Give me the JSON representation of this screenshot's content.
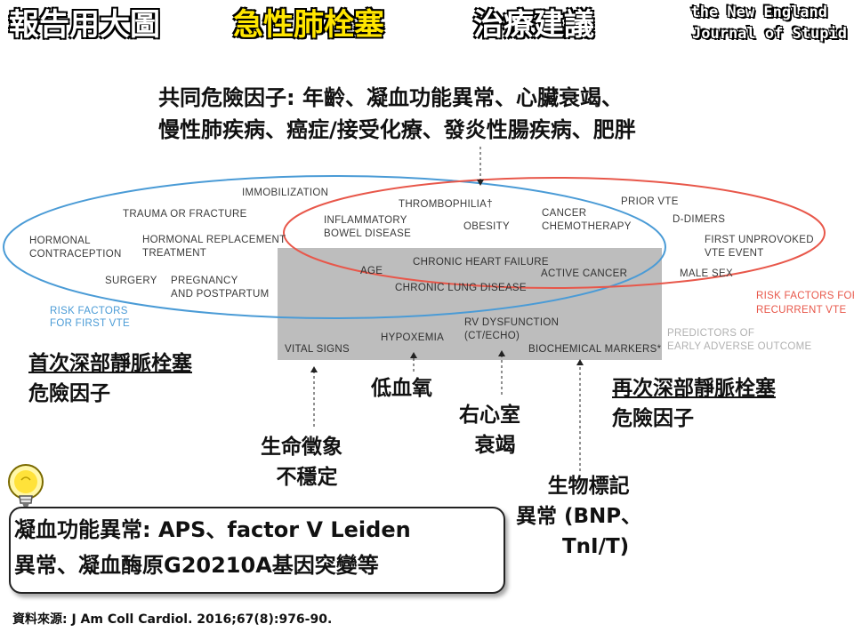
{
  "header": {
    "title_part1": "報告用大圖",
    "title_highlight": "急性肺栓塞",
    "title_part2": "治療建議",
    "brand_line1": "the New England",
    "brand_line2": "Journal of Stupid"
  },
  "common_factors": {
    "line1": "共同危險因子: 年齡、凝血功能異常、心臟衰竭、",
    "line2": "慢性肺疾病、癌症/接受化療、發炎性腸疾病、肥胖"
  },
  "diagram": {
    "first_vte_only": [
      "IMMOBILIZATION",
      "TRAUMA OR FRACTURE",
      "HORMONAL",
      "CONTRACEPTION",
      "HORMONAL REPLACEMENT",
      "TREATMENT",
      "SURGERY",
      "PREGNANCY",
      "AND POSTPARTUM"
    ],
    "first_vte_label": [
      "RISK FACTORS",
      "FOR FIRST VTE"
    ],
    "both": [
      "THROMBOPHILIA†",
      "INFLAMMATORY",
      "BOWEL DISEASE",
      "OBESITY",
      "CANCER",
      "CHEMOTHERAPY"
    ],
    "recurrent_only": [
      "PRIOR VTE",
      "D-DIMERS",
      "FIRST UNPROVOKED",
      "VTE EVENT",
      "MALE SEX"
    ],
    "recurrent_label": [
      "RISK FACTORS FOR",
      "RECURRENT VTE"
    ],
    "gray_all": [
      "AGE",
      "CHRONIC HEART FAILURE",
      "CHRONIC LUNG DISEASE",
      "ACTIVE CANCER"
    ],
    "gray_only": [
      "VITAL SIGNS",
      "HYPOXEMIA",
      "RV DYSFUNCTION",
      "(CT/ECHO)",
      "BIOCHEMICAL MARKERS*"
    ],
    "gray_label": [
      "PREDICTORS OF",
      "EARLY ADVERSE OUTCOME"
    ],
    "colors": {
      "blue": "#4a9bd6",
      "red": "#e8574a",
      "gray": "#bdbdbd",
      "label_blue": "#4a9bd6",
      "label_red": "#e8574a",
      "label_gray": "#b0b0b0"
    }
  },
  "annotations": {
    "first_vte_1": "首次深部靜脈栓塞",
    "first_vte_2": "危險因子",
    "recurrent_1": "再次深部靜脈栓塞",
    "recurrent_2": "危險因子",
    "hypoxemia": "低血氧",
    "rv_1": "右心室",
    "rv_2": "衰竭",
    "vital_1": "生命徵象",
    "vital_2": "不穩定",
    "bio_1": "生物標記",
    "bio_2": "異常 (BNP、",
    "bio_3": "TnI/T)"
  },
  "callout": {
    "line1": "凝血功能異常: APS、factor V Leiden",
    "line2": "異常、凝血酶原G20210A基因突變等"
  },
  "source": "資料來源: J Am Coll Cardiol. 2016;67(8):976-90."
}
